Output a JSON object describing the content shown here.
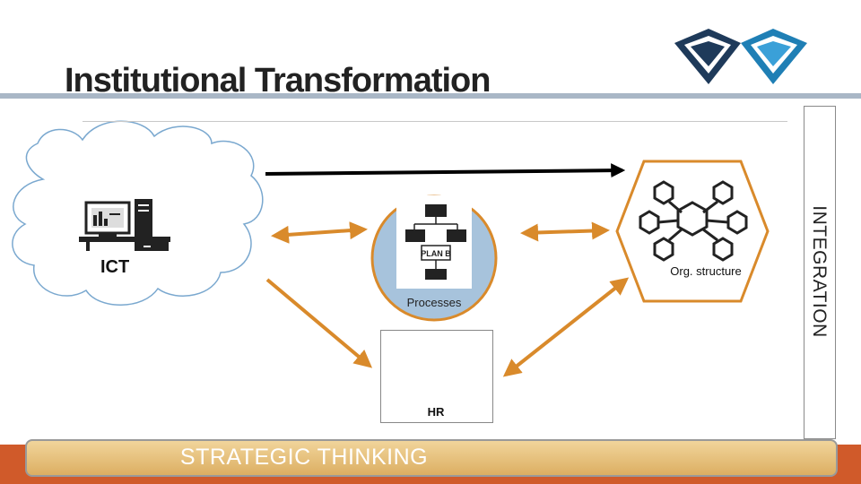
{
  "title": "Institutional Transformation",
  "side_label": "INTEGRATION",
  "nodes": {
    "ict": "ICT",
    "processes": "Processes",
    "plan_b": "PLAN B",
    "org": "Org. structure",
    "hr": "HR"
  },
  "footer": "STRATEGIC THINKING",
  "colors": {
    "arrow": "#d98a2b",
    "title_bar": "#a9b7c6",
    "logo_blue": "#1f7fb5",
    "logo_dark": "#1e3a5a",
    "bottom_band": "#d05a2a",
    "footer_fill": "#e6be7a",
    "processes_circle": "#a7c3dc"
  },
  "icons": [
    "logo-icon",
    "cloud-icon",
    "computer-icon",
    "plan-b-flowchart-icon",
    "hexagon-network-icon",
    "hr-people-icon"
  ]
}
